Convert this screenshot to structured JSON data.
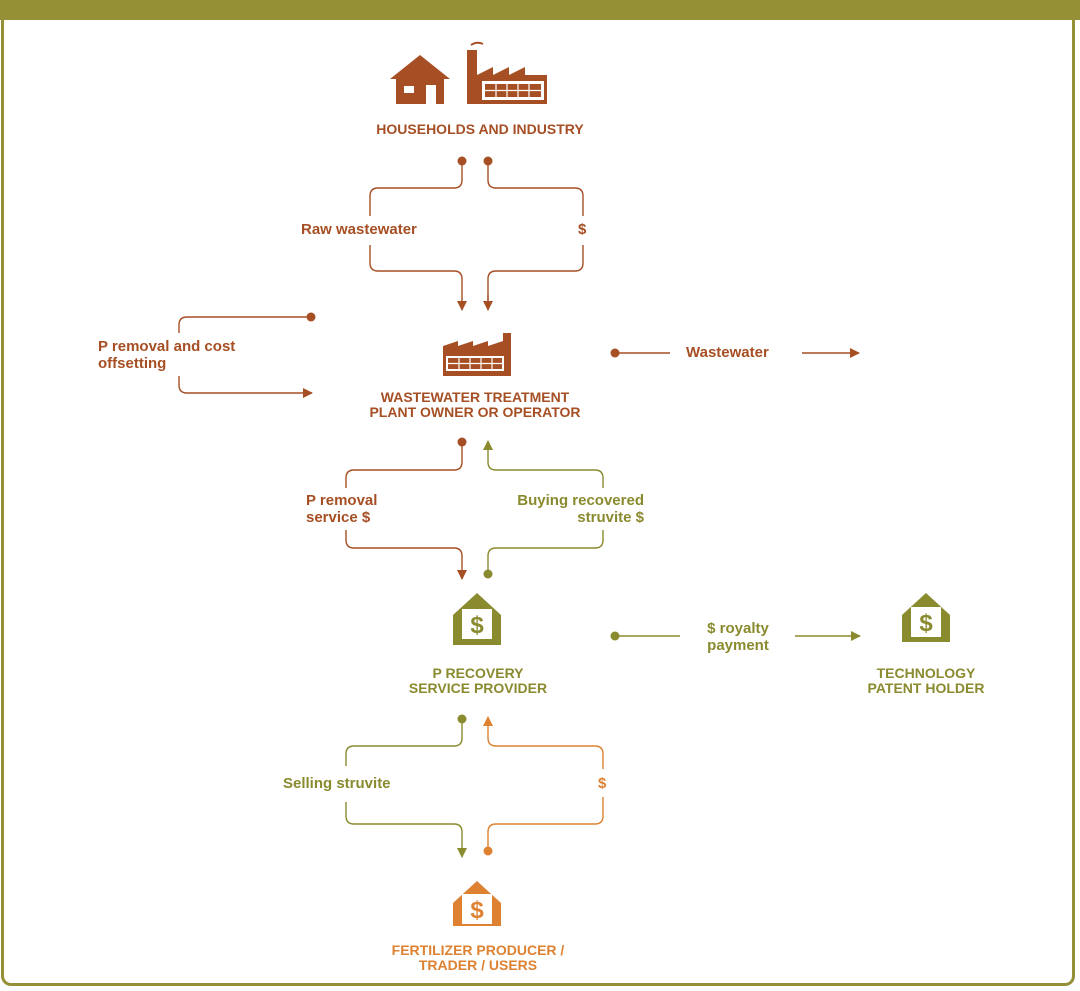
{
  "colors": {
    "frame": "#958f36",
    "rust": "#a64f24",
    "olive": "#8a8a2f",
    "orange": "#de8232"
  },
  "nodes": {
    "households": {
      "label": "HOUSEHOLDS AND INDUSTRY",
      "icons": [
        "house-icon",
        "factory-icon"
      ]
    },
    "wwtp": {
      "line1": "WASTEWATER TREATMENT",
      "line2": "PLANT OWNER OR OPERATOR",
      "icon": "factory-icon"
    },
    "recovery": {
      "line1": "P RECOVERY",
      "line2": "SERVICE PROVIDER",
      "icon": "dollar-house-icon",
      "icon_text": "$"
    },
    "patent": {
      "line1": "TECHNOLOGY",
      "line2": "PATENT HOLDER",
      "icon": "dollar-house-icon",
      "icon_text": "$"
    },
    "fertilizer": {
      "line1": "FERTILIZER PRODUCER /",
      "line2": "TRADER / USERS",
      "icon": "dollar-house-icon",
      "icon_text": "$"
    }
  },
  "flows": {
    "raw_wastewater": "Raw wastewater",
    "households_payment": "$",
    "p_removal_cost": {
      "line1": "P removal and cost",
      "line2": "offsetting"
    },
    "wastewater_out": "Wastewater",
    "p_removal_service": {
      "line1": "P removal",
      "line2": "service $"
    },
    "buying_struvite": {
      "line1": "Buying recovered",
      "line2": "struvite $"
    },
    "royalty": {
      "line1": "$ royalty",
      "line2": "payment"
    },
    "selling_struvite": "Selling struvite",
    "fertilizer_payment": "$"
  }
}
